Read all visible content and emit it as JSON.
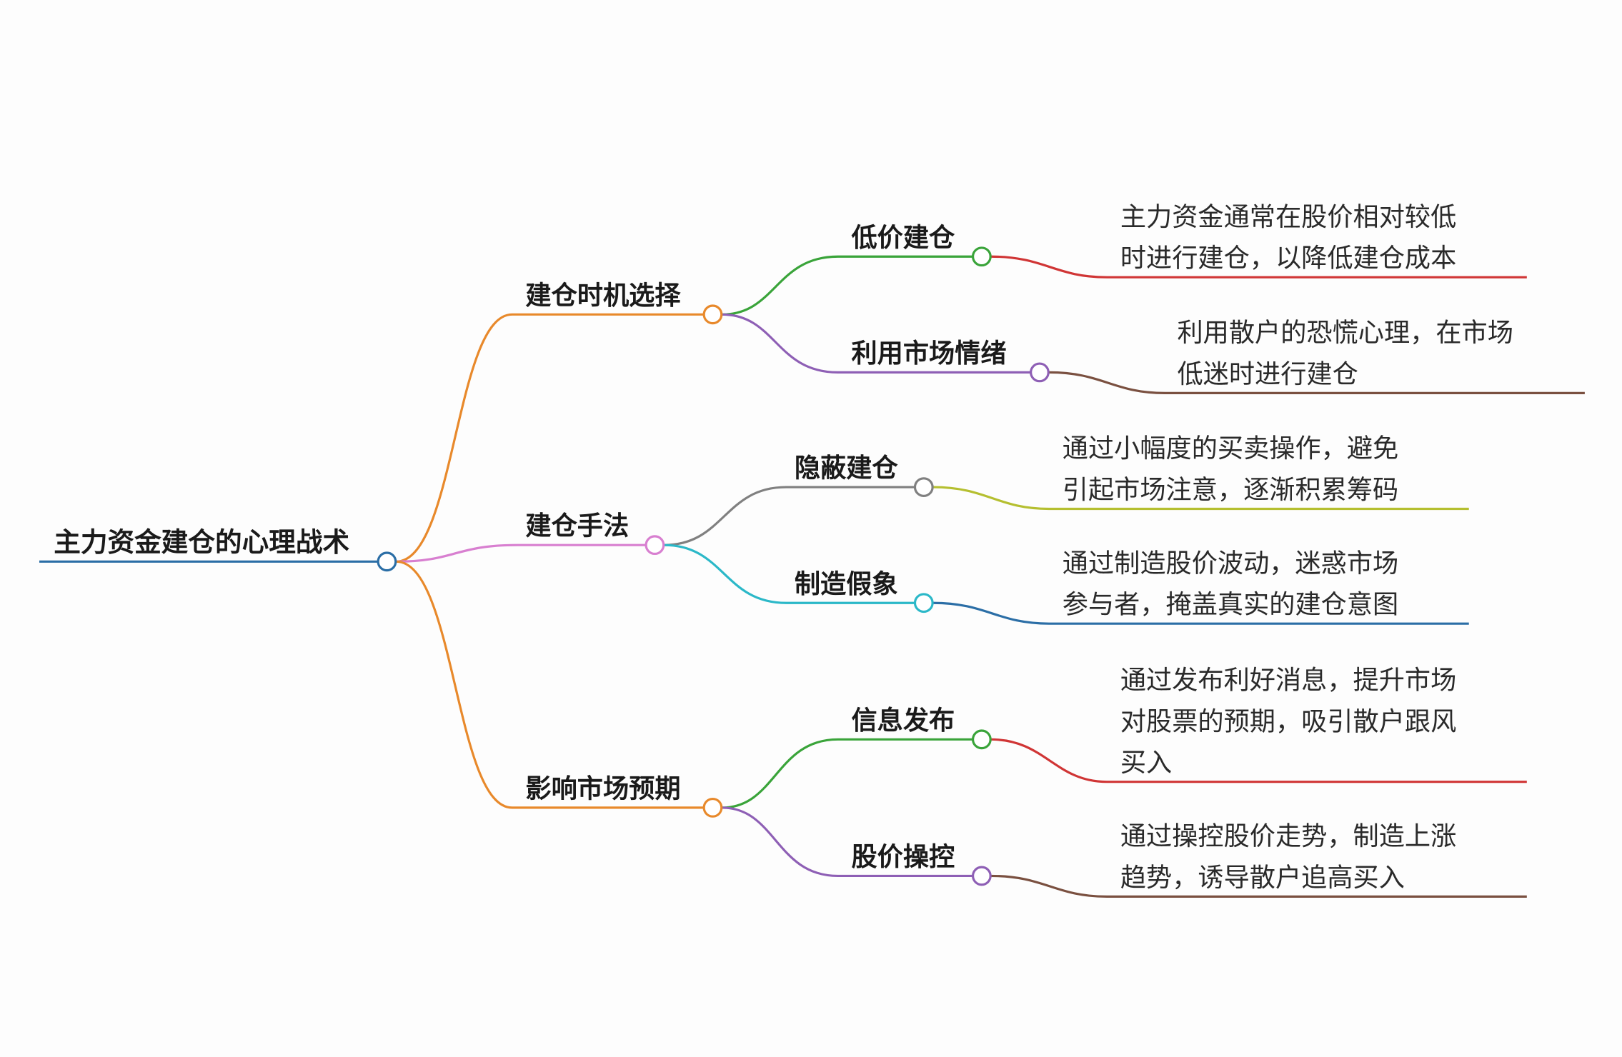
{
  "root": {
    "label": "主力资金建仓的心理战术"
  },
  "branches": [
    {
      "label": "建仓时机选择",
      "children": [
        {
          "label": "低价建仓",
          "detail": [
            "主力资金通常在股价相对较低",
            "时进行建仓，以降低建仓成本"
          ]
        },
        {
          "label": "利用市场情绪",
          "detail": [
            "利用散户的恐慌心理，在市场",
            "低迷时进行建仓"
          ]
        }
      ]
    },
    {
      "label": "建仓手法",
      "children": [
        {
          "label": "隐蔽建仓",
          "detail": [
            "通过小幅度的买卖操作，避免",
            "引起市场注意，逐渐积累筹码"
          ]
        },
        {
          "label": "制造假象",
          "detail": [
            "通过制造股价波动，迷惑市场",
            "参与者，掩盖真实的建仓意图"
          ]
        }
      ]
    },
    {
      "label": "影响市场预期",
      "children": [
        {
          "label": "信息发布",
          "detail": [
            "通过发布利好消息，提升市场",
            "对股票的预期，吸引散户跟风",
            "买入"
          ]
        },
        {
          "label": "股价操控",
          "detail": [
            "通过操控股价走势，制造上涨",
            "趋势，诱导散户追高买入"
          ]
        }
      ]
    }
  ],
  "colors": {
    "root": "#2b6ea6",
    "orange": "#e8892b",
    "pink": "#d87fd0",
    "green": "#3aa43a",
    "purple": "#8e5fb5",
    "gray": "#808080",
    "cyan": "#2bb8c8",
    "red": "#d03535",
    "brown": "#7a5040",
    "olive": "#b5bf30"
  }
}
